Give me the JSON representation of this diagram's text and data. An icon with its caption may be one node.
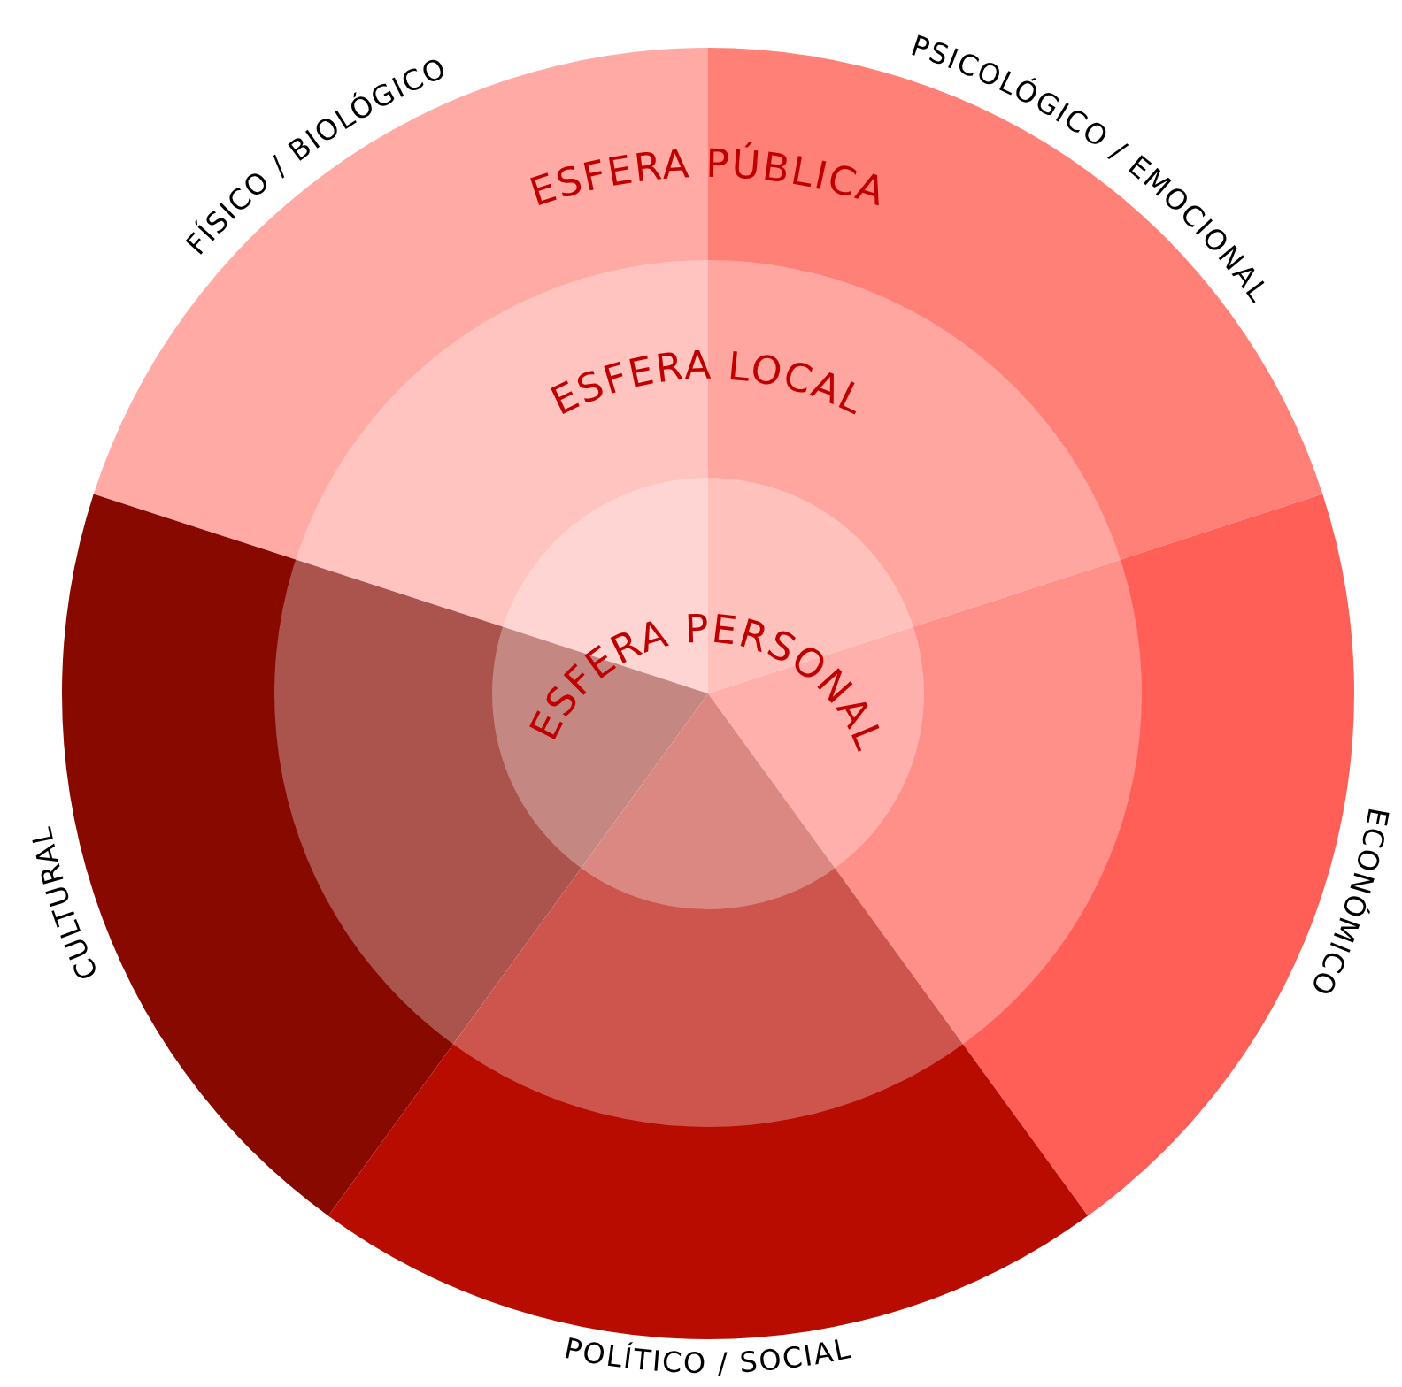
{
  "diagram": {
    "nodes": [
      {
        "text": [
          "ESFERA PÚBLICA"
        ]
      },
      {
        "text": [
          "ESFERA LOCAL"
        ],
        "in": 0
      },
      {
        "text": [
          "ESFERA PERSONAL"
        ],
        "in": 1
      }
    ],
    "labels": [
      "FÍSICO / BIOLÓGICO",
      "PSICOLÓGICO / EMOCIONAL",
      "ECONÓMICO",
      "CULTURAL",
      "POLÍTICO / SOCIAL"
    ]
  }
}
